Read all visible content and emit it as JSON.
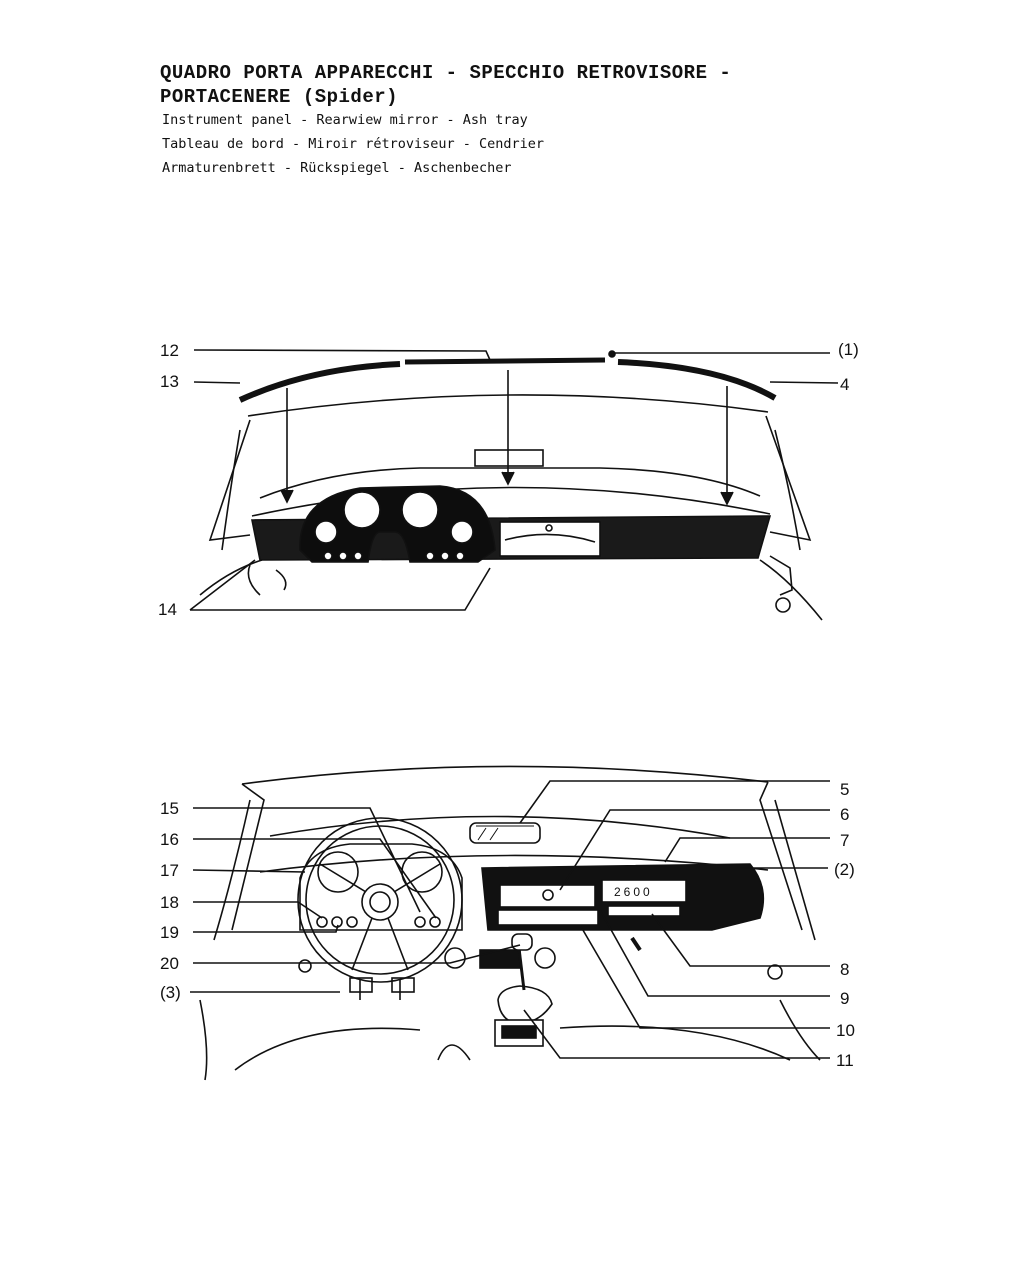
{
  "header": {
    "title_line1": "QUADRO PORTA APPARECCHI - SPECCHIO RETROVISORE -",
    "title_line2": "PORTACENERE (Spider)",
    "sub_en": "Instrument panel - Rearwiew mirror - Ash tray",
    "sub_fr": "Tableau de bord - Miroir rétroviseur - Cendrier",
    "sub_de": "Armaturenbrett - Rückspiegel - Aschenbecher"
  },
  "top_diagram": {
    "labels": {
      "l12": "12",
      "l13": "13",
      "l14": "14",
      "l1": "(1)",
      "l4": "4"
    }
  },
  "bottom_diagram": {
    "radio_display": "2600",
    "labels": {
      "l15": "15",
      "l16": "16",
      "l17": "17",
      "l18": "18",
      "l19": "19",
      "l20": "20",
      "l3": "(3)",
      "l5": "5",
      "l6": "6",
      "l7": "7",
      "l2": "(2)",
      "l8": "8",
      "l9": "9",
      "l10": "10",
      "l11": "11"
    }
  }
}
